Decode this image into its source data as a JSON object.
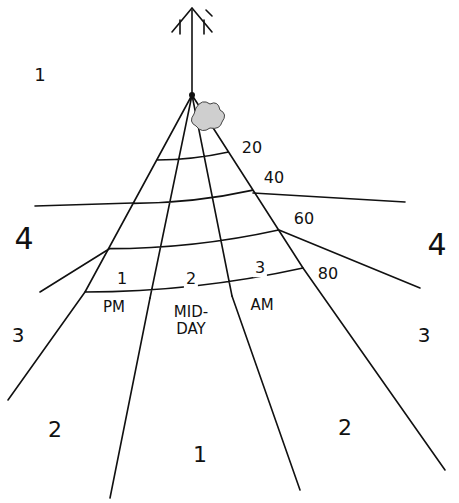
{
  "diagram": {
    "labels": [
      "1",
      "20",
      "40",
      "60",
      "4",
      "4",
      "80",
      "3",
      "3",
      "1",
      "2",
      "3",
      "PM",
      "MID- DAY",
      "AM",
      "2",
      "1",
      "2"
    ]
  }
}
